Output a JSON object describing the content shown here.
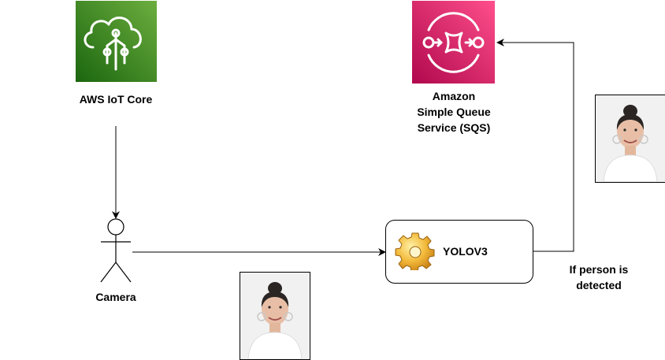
{
  "nodes": {
    "iot_core": {
      "label": "AWS IoT Core",
      "icon": "aws-iot-core-icon",
      "color": "#3b8626"
    },
    "sqs": {
      "label_lines": [
        "Amazon",
        "Simple Queue",
        "Service (SQS)"
      ],
      "icon": "amazon-sqs-icon",
      "color": "#e7157b"
    },
    "camera": {
      "label": "Camera",
      "icon": "actor-figure-icon"
    },
    "yolo": {
      "label": "YOLOV3",
      "icon": "gear-icon",
      "color": "#e8b230"
    }
  },
  "edges": {
    "detect_condition": {
      "label_lines": [
        "If person is",
        "detected"
      ]
    }
  },
  "images": {
    "input_photo": "person-photo",
    "output_photo": "person-photo"
  }
}
